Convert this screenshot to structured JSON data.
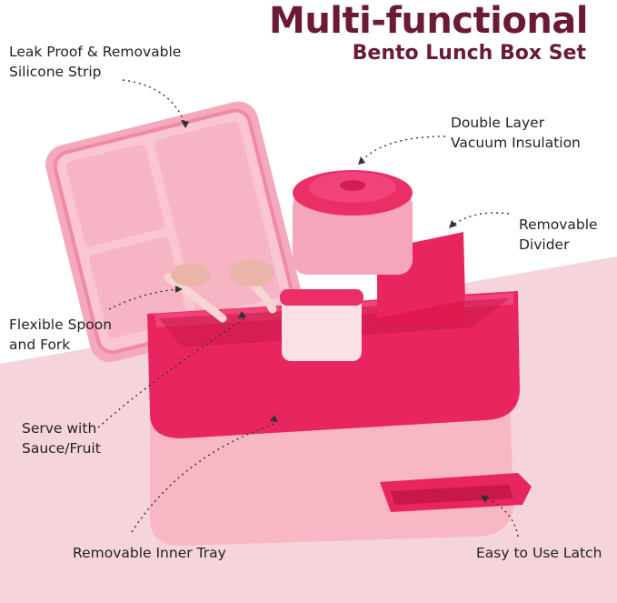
{
  "heading": {
    "title": "Multi-functional",
    "subtitle": "Bento Lunch Box Set"
  },
  "callouts": {
    "leak_proof": {
      "line1": "Leak Proof & Removable",
      "line2": "Silicone Strip"
    },
    "double_layer": {
      "line1": "Double Layer",
      "line2": "Vacuum Insulation"
    },
    "removable_divider": {
      "line1": "Removable",
      "line2": "Divider"
    },
    "spoon_fork": {
      "line1": "Flexible Spoon",
      "line2": "and Fork"
    },
    "sauce_fruit": {
      "line1": "Serve with",
      "line2": "Sauce/Fruit"
    },
    "inner_tray": {
      "line1": "Removable Inner Tray"
    },
    "latch": {
      "line1": "Easy to Use Latch"
    }
  },
  "colors": {
    "title": "#6b1a33",
    "lid_pink": "#f7b3c4",
    "tray_magenta": "#e8255f",
    "base_pink": "#f8b7c5",
    "backdrop": "#f6d4dc"
  }
}
